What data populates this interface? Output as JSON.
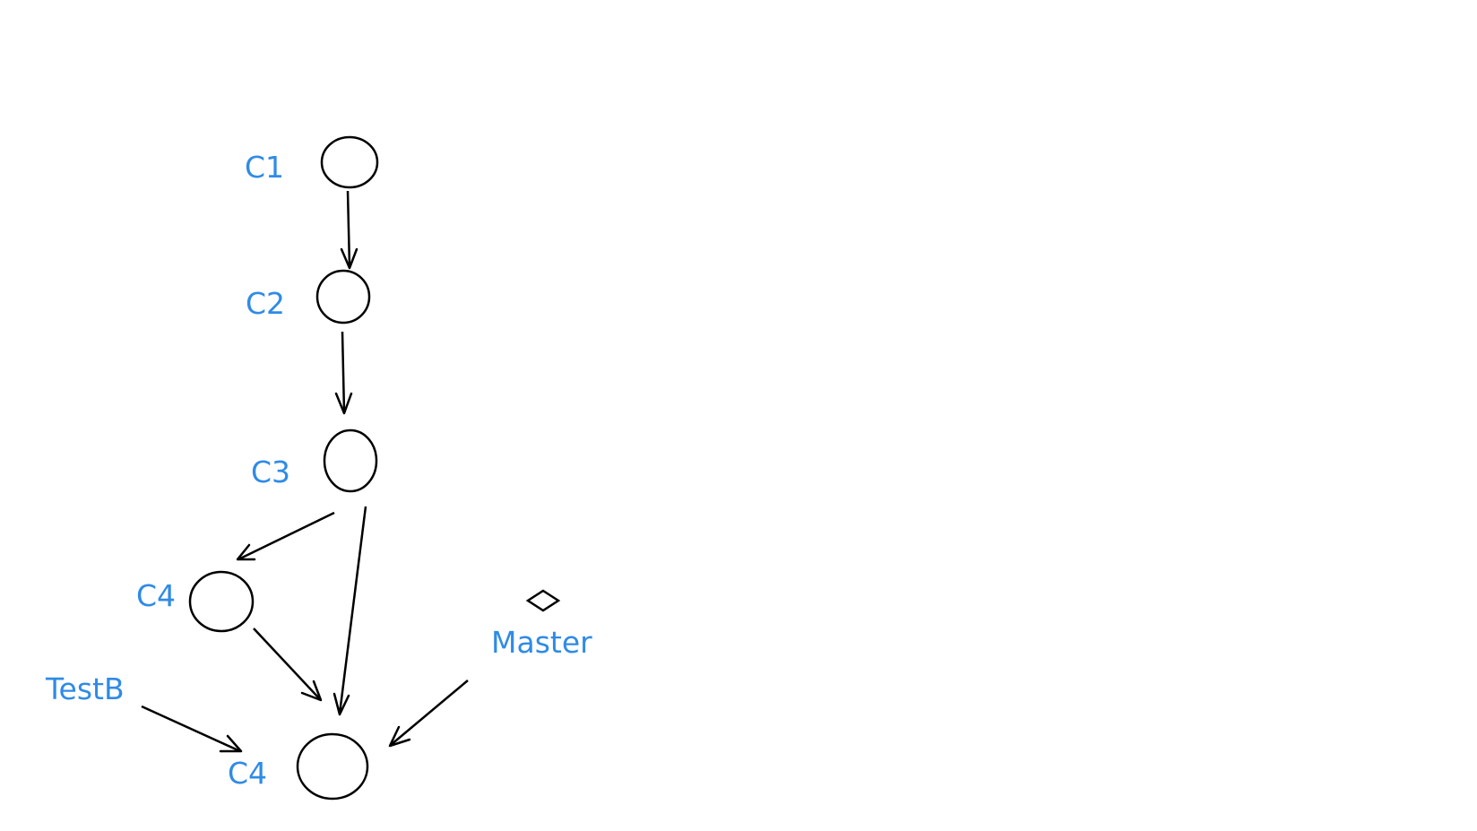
{
  "diagram": {
    "nodes": [
      {
        "id": "c1",
        "label": "C1"
      },
      {
        "id": "c2",
        "label": "C2"
      },
      {
        "id": "c3",
        "label": "C3"
      },
      {
        "id": "c4a",
        "label": "C4"
      },
      {
        "id": "c4b",
        "label": "C4"
      }
    ],
    "refs": [
      {
        "id": "testb",
        "label": "TestB"
      },
      {
        "id": "master",
        "label": "Master"
      }
    ],
    "edges": [
      {
        "from": "c1",
        "to": "c2"
      },
      {
        "from": "c2",
        "to": "c3"
      },
      {
        "from": "c3",
        "to": "c4a"
      },
      {
        "from": "c3",
        "to": "c4b"
      },
      {
        "from": "c4a",
        "to": "c4b"
      },
      {
        "from": "testb",
        "to": "c4b"
      },
      {
        "from": "master",
        "to": "c4b"
      }
    ],
    "colors": {
      "label": "#2f8be6",
      "stroke": "#000000",
      "background": "#ffffff"
    }
  }
}
